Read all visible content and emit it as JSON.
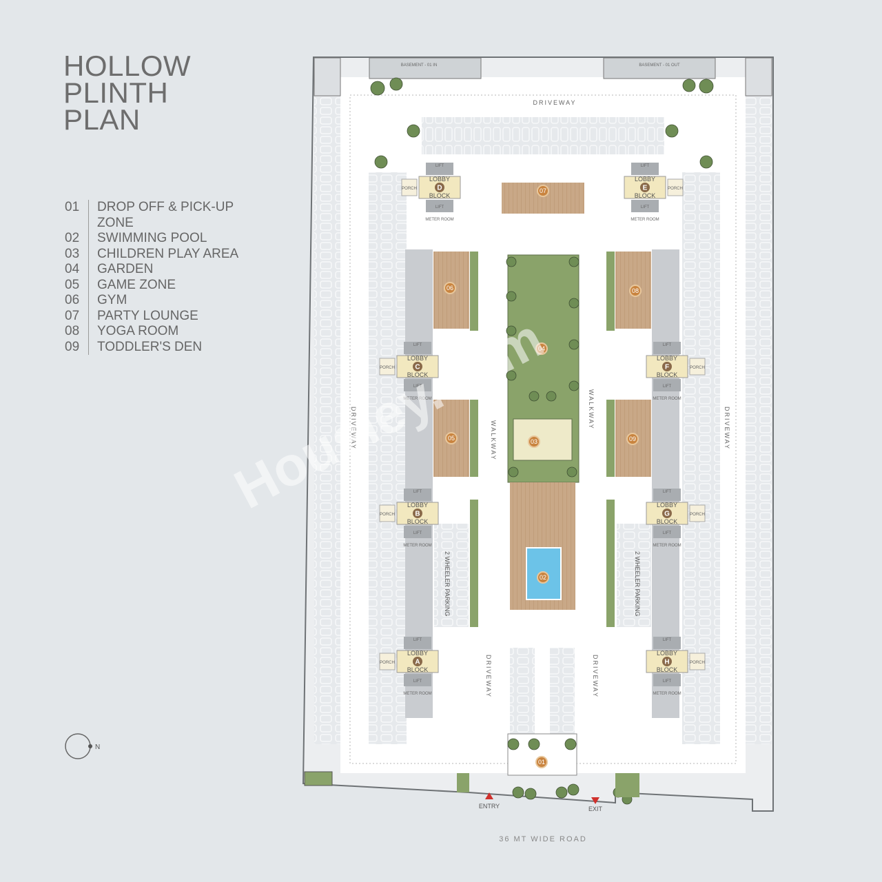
{
  "title": [
    "HOLLOW",
    "PLINTH",
    "PLAN"
  ],
  "legend": [
    {
      "num": "01",
      "label": "DROP OFF & PICK-UP ZONE"
    },
    {
      "num": "02",
      "label": "SWIMMING POOL"
    },
    {
      "num": "03",
      "label": "CHILDREN PLAY AREA"
    },
    {
      "num": "04",
      "label": "GARDEN"
    },
    {
      "num": "05",
      "label": "GAME ZONE"
    },
    {
      "num": "06",
      "label": "GYM"
    },
    {
      "num": "07",
      "label": "PARTY LOUNGE"
    },
    {
      "num": "08",
      "label": "YOGA ROOM"
    },
    {
      "num": "09",
      "label": "TODDLER'S DEN"
    }
  ],
  "compass": {
    "label": "N"
  },
  "plan": {
    "basement_in": "BASEMENT - 01 IN",
    "basement_out": "BASEMENT - 01 OUT",
    "driveway": "DRIVEWAY",
    "walkway": "WALKWAY",
    "two_wheeler": "2 WHEELER PARKING",
    "entry": "ENTRY",
    "exit": "EXIT",
    "road": "36 MT WIDE ROAD",
    "labels": {
      "lobby": "LOBBY",
      "block": "BLOCK",
      "porch": "PORCH",
      "lift": "LIFT",
      "meter": "METER ROOM"
    },
    "blocks": [
      "A",
      "B",
      "C",
      "D",
      "E",
      "F",
      "G",
      "H"
    ],
    "amenities": [
      "01",
      "02",
      "03",
      "04",
      "05",
      "06",
      "07",
      "08",
      "09"
    ],
    "watermark": "Housiey.com",
    "colors": {
      "garden": "#8aa36a",
      "tree": "#6f8d55",
      "lobby": "#f2e8bf",
      "deck": "#c9a887",
      "pool": "#6cc3e8",
      "service": "#a9adb1",
      "marker": "#c9843f",
      "arrow": "#d0312d"
    }
  }
}
